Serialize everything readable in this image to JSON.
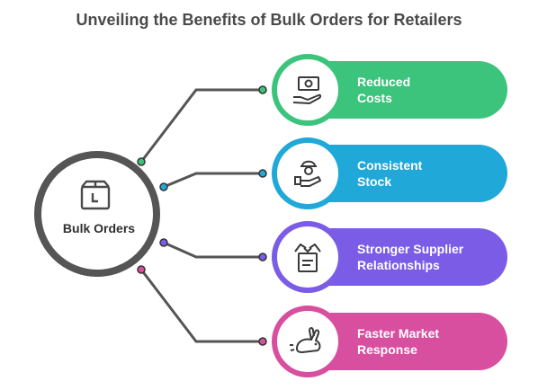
{
  "title": "Unveiling the Benefits of Bulk Orders for Retailers",
  "hub": {
    "label": "Bulk Orders",
    "icon": "box-icon"
  },
  "benefits": [
    {
      "line1": "Reduced",
      "line2": "Costs",
      "color": "#3cc47c",
      "icon": "money-hand-icon"
    },
    {
      "line1": "Consistent",
      "line2": "Stock",
      "color": "#1fa8d8",
      "icon": "worker-delivery-icon"
    },
    {
      "line1": "Stronger Supplier",
      "line2": "Relationships",
      "color": "#7a5ce6",
      "icon": "handshake-contract-icon"
    },
    {
      "line1": "Faster Market",
      "line2": "Response",
      "color": "#d84fa0",
      "icon": "rabbit-icon"
    }
  ],
  "colors": {
    "hub_ring": "#555555",
    "connector": "#555555",
    "text_dark": "#4a4a4a"
  }
}
